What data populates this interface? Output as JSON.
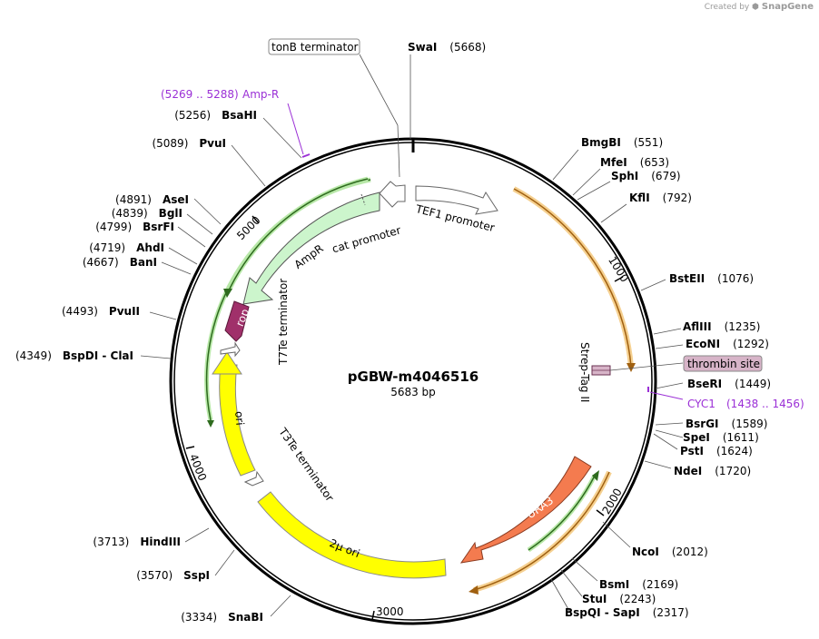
{
  "credit": {
    "prefix": "Created by",
    "brand": "SnapGene"
  },
  "plasmid": {
    "name": "pGBW-m4046516",
    "length": "5683 bp"
  },
  "ticks": [
    "1000",
    "2000",
    "3000",
    "4000",
    "5000"
  ],
  "sites": [
    {
      "name": "SwaI",
      "pos": "(5668)"
    },
    {
      "name": "BmgBI",
      "pos": "(551)"
    },
    {
      "name": "MfeI",
      "pos": "(653)"
    },
    {
      "name": "SphI",
      "pos": "(679)"
    },
    {
      "name": "KflI",
      "pos": "(792)"
    },
    {
      "name": "BstEII",
      "pos": "(1076)"
    },
    {
      "name": "AflIII",
      "pos": "(1235)"
    },
    {
      "name": "EcoNI",
      "pos": "(1292)"
    },
    {
      "name": "BseRI",
      "pos": "(1449)"
    },
    {
      "name": "BsrGI",
      "pos": "(1589)"
    },
    {
      "name": "SpeI",
      "pos": "(1611)"
    },
    {
      "name": "PstI",
      "pos": "(1624)"
    },
    {
      "name": "NdeI",
      "pos": "(1720)"
    },
    {
      "name": "NcoI",
      "pos": "(2012)"
    },
    {
      "name": "BsmI",
      "pos": "(2169)"
    },
    {
      "name": "StuI",
      "pos": "(2243)"
    },
    {
      "name": "BspQI - SapI",
      "pos": "(2317)"
    },
    {
      "name": "SnaBI",
      "pos": "(3334)"
    },
    {
      "name": "SspI",
      "pos": "(3570)"
    },
    {
      "name": "HindIII",
      "pos": "(3713)"
    },
    {
      "name": "BspDI - ClaI",
      "pos": "(4349)"
    },
    {
      "name": "PvuII",
      "pos": "(4493)"
    },
    {
      "name": "BanI",
      "pos": "(4667)"
    },
    {
      "name": "AhdI",
      "pos": "(4719)"
    },
    {
      "name": "BsrFI",
      "pos": "(4799)"
    },
    {
      "name": "BglI",
      "pos": "(4839)"
    },
    {
      "name": "AseI",
      "pos": "(4891)"
    },
    {
      "name": "PvuI",
      "pos": "(5089)"
    },
    {
      "name": "BsaHI",
      "pos": "(5256)"
    }
  ],
  "feature_callouts": {
    "tonb": "tonB terminator",
    "thrombin": "thrombin site",
    "cyc1": "CYC1",
    "cyc1_range": "(1438 .. 1456)",
    "ampr_range": "(5269 .. 5288)",
    "ampr_small": "Amp-R"
  },
  "features": {
    "tef1": "TEF1 promoter",
    "cat": "cat promoter",
    "ampr": "AmpR",
    "rop": "rop",
    "t7te": "T7Te terminator",
    "ori": "ori",
    "t3te": "T3Te terminator",
    "two_mu": "2µ ori",
    "ura3": "URA3",
    "strep": "Strep-Tag II"
  },
  "colors": {
    "ampr": "#ccf5cc",
    "rop": "#a0306a",
    "ori": "#ffff00",
    "ura3": "#f47b4f",
    "orange_track": "#f0a020",
    "green_track": "#2e8b1e",
    "purple_text": "#9b30d6",
    "thrombin": "#d7b4c8"
  }
}
